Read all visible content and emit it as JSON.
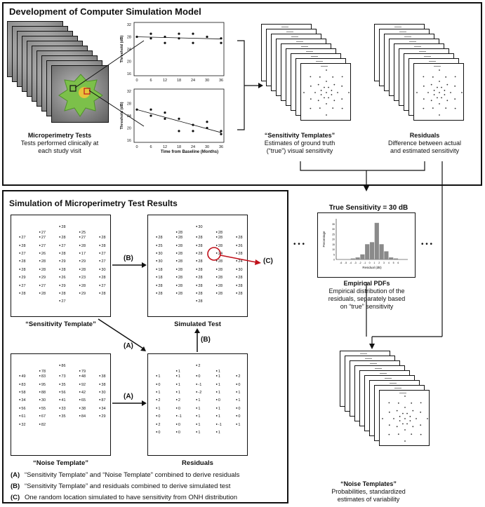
{
  "top_title": "Development of Computer Simulation Model",
  "sim_title": "Simulation of Microperimetry Test Results",
  "microperimetry": {
    "title": "Microperimetry Tests",
    "desc": [
      "Tests performed clinically at",
      "each study visit"
    ]
  },
  "sens_templates": {
    "title": "“Sensitivity Templates”",
    "desc": [
      "Estimates of ground truth",
      "(“true”) visual sensitivity"
    ]
  },
  "residuals_top": {
    "title": "Residuals",
    "desc": [
      "Difference between actual",
      "and estimated sensitivity"
    ]
  },
  "empirical": {
    "heading": "True Sensitivity = 30 dB",
    "title": "Empirical PDFs",
    "desc": [
      "Empirical distribution of the",
      "residuals, separately based",
      "on “true” sensitivity"
    ],
    "ylabel": "Percentage",
    "xlabel": "Residual (dB)",
    "dots": "• • •"
  },
  "noise_templates": {
    "title": "“Noise Templates”",
    "desc": [
      "Probabilities, standardized",
      "estimates of variability"
    ]
  },
  "plots": {
    "xlabel": "Time from Baseline (Months)",
    "ylabel": "Threshold (dB)"
  },
  "panels": {
    "sensitivity": "“Sensitivity Template”",
    "simulated": "Simulated Test",
    "noise": "“Noise Template”",
    "residuals": "Residuals"
  },
  "arrow_labels": {
    "A": "(A)",
    "B": "(B)",
    "C": "(C)"
  },
  "legend": [
    {
      "key": "(A)",
      "text": "“Sensitivity Template” and “Noise Template” combined to derive residuals"
    },
    {
      "key": "(B)",
      "text": "“Sensitivity Template” and residuals combined to derive simulated test"
    },
    {
      "key": "(C)",
      "text": "One random location simulated to have sensitivity from ONH distribution"
    }
  ],
  "grid_values": {
    "sensitivity": [
      "28",
      "27",
      "25",
      "27",
      "27",
      "28",
      "27",
      "28",
      "28",
      "27",
      "27",
      "28",
      "28",
      "27",
      "26",
      "28",
      "17",
      "27",
      "28",
      "28",
      "29",
      "29",
      "27",
      "28",
      "28",
      "28",
      "28",
      "30",
      "29",
      "29",
      "26",
      "23",
      "28",
      "27",
      "27",
      "29",
      "28",
      "27",
      "28",
      "28",
      "28",
      "29",
      "28",
      "27"
    ],
    "simulated": [
      "30",
      "28",
      "28",
      "28",
      "28",
      "28",
      "28",
      "28",
      "25",
      "28",
      "28",
      "28",
      "26",
      "30",
      "28",
      "28",
      "24",
      "28",
      "30",
      "28",
      "28",
      "28",
      "24",
      "18",
      "28",
      "28",
      "28",
      "30",
      "18",
      "28",
      "28",
      "28",
      "28",
      "28",
      "28",
      "28",
      "28",
      "28",
      "28",
      "28",
      "28",
      "28",
      "28",
      "28"
    ],
    "noise": [
      "86",
      "78",
      "79",
      "49",
      "83",
      "73",
      "48",
      "38",
      "83",
      "95",
      "35",
      "92",
      "38",
      "58",
      "88",
      "56",
      "42",
      "30",
      "34",
      "30",
      "41",
      "65",
      "87",
      "56",
      "55",
      "33",
      "38",
      "34",
      "61",
      "67",
      "35",
      "84",
      "29",
      "32",
      "82"
    ],
    "residuals": [
      "2",
      "1",
      "1",
      "1",
      "1",
      "0",
      "1",
      "2",
      "0",
      "1",
      "-1",
      "1",
      "0",
      "1",
      "1",
      "-2",
      "1",
      "1",
      "2",
      "2",
      "1",
      "0",
      "1",
      "1",
      "0",
      "1",
      "1",
      "0",
      "0",
      "-1",
      "1",
      "1",
      "0",
      "2",
      "0",
      "1",
      "-1",
      "1",
      "0",
      "0",
      "1",
      "1"
    ]
  }
}
